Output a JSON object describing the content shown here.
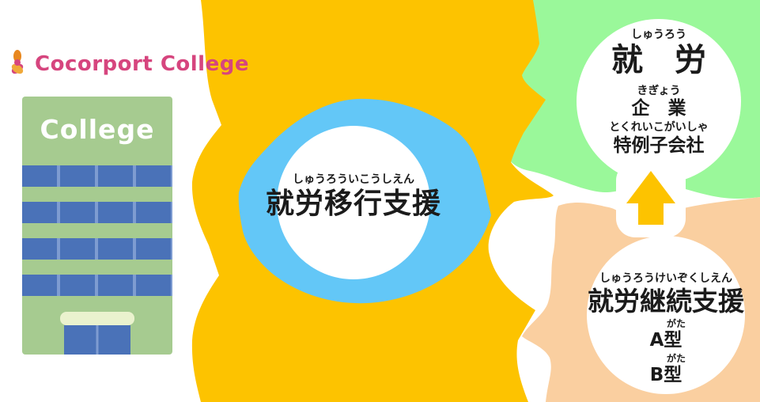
{
  "colors": {
    "yellow": "#FDC300",
    "blue": "#63C7F7",
    "green": "#9AF89A",
    "peach": "#FACFA0",
    "white": "#FFFFFF",
    "arrow": "#FDC300",
    "text": "#1B1B1B",
    "logo_pink": "#D6457E",
    "building_wall": "#A6CB90",
    "building_window": "#4A72B8",
    "building_trim": "#EAF2CE"
  },
  "logo": {
    "brand": "Cocorport College",
    "icon": "flower-logo-icon"
  },
  "building": {
    "sign": "College"
  },
  "center_bubble": {
    "furigana": "しゅうろういこうしえん",
    "title": "就労移行支援"
  },
  "employment_bubble": {
    "furigana": "しゅうろう",
    "title": "就　労",
    "items": [
      {
        "furigana": "きぎょう",
        "label": "企　業"
      },
      {
        "furigana": "とくれいこがいしゃ",
        "label": "特例子会社"
      }
    ]
  },
  "continuation_bubble": {
    "furigana": "しゅうろうけいぞくしえん",
    "title": "就労継続支援",
    "items": [
      {
        "furigana": "がた",
        "label": "A型"
      },
      {
        "furigana": "がた",
        "label": "B型"
      }
    ]
  }
}
